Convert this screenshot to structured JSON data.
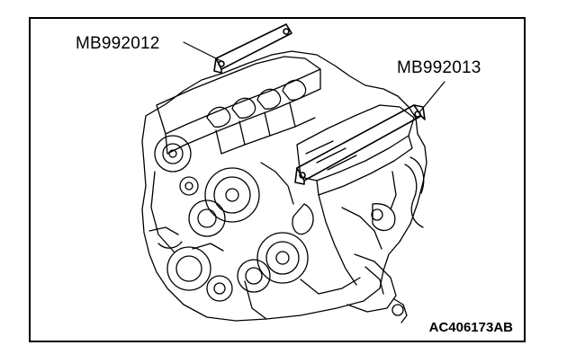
{
  "labels": {
    "tool_left": "MB992012",
    "tool_right": "MB992013"
  },
  "figure_code": "AC406173AB",
  "colors": {
    "ink": "#000000",
    "paper": "#ffffff"
  },
  "icons": [
    "engine-block-illustration",
    "bracket-tool-left",
    "bracket-tool-right",
    "leader-line"
  ]
}
